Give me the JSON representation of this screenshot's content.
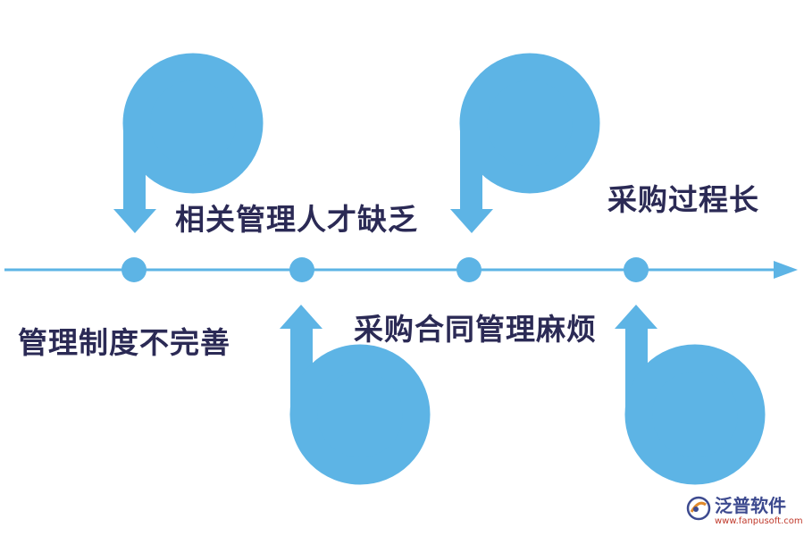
{
  "colors": {
    "accent": "#5db4e5",
    "text": "#2b2a55",
    "brand": "#3d4a8f",
    "brand_url": "#c0392b"
  },
  "timeline": {
    "nodes": 4,
    "labels": [
      "相关管理人才缺乏",
      "采购过程长",
      "管理制度不完善",
      "采购合同管理麻烦"
    ]
  },
  "brand": {
    "icon": "fanpu-logo-icon",
    "name": "泛普软件",
    "url": "www.fanpusoft.com"
  }
}
